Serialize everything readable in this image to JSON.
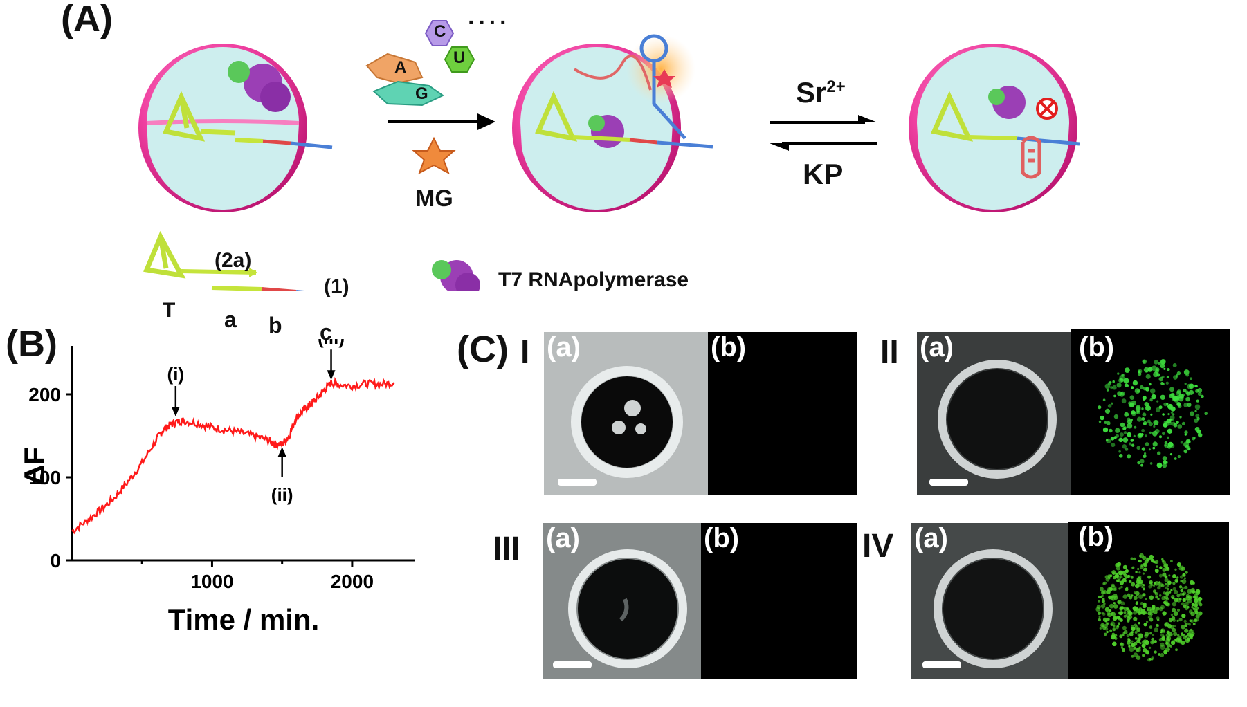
{
  "panels": {
    "A": {
      "label": "(A)",
      "nucleotides": [
        "A",
        "C",
        "U",
        "G"
      ],
      "ellipsis": "····",
      "dye_label": "MG",
      "forward_reagent": "Sr",
      "forward_reagent_sup": "2+",
      "reverse_reagent": "KP",
      "legend_polymerase": "T7 RNApolymerase",
      "construct_labels": {
        "tetrahedron": "T",
        "strand_2a": "(2a)",
        "strand_1": "(1)",
        "seg_a": "a",
        "seg_b": "b",
        "seg_c": "c"
      },
      "colors": {
        "vesicle_shell": "#ef3fa0",
        "vesicle_inner": "#cdeeee",
        "strand_a": "#c5e43b",
        "strand_b": "#e04848",
        "strand_c": "#4a7fd6"
      }
    },
    "B": {
      "label": "(B)",
      "annotations": [
        "(i)",
        "(ii)",
        "(iii)"
      ]
    },
    "C": {
      "label": "(C)",
      "groups": [
        {
          "id": "I",
          "a": "(a)",
          "b": "(b)"
        },
        {
          "id": "II",
          "a": "(a)",
          "b": "(b)"
        },
        {
          "id": "III",
          "a": "(a)",
          "b": "(b)"
        },
        {
          "id": "IV",
          "a": "(a)",
          "b": "(b)"
        }
      ]
    }
  },
  "chart_data": {
    "type": "line",
    "title": "",
    "xlabel": "Time / min.",
    "ylabel": "ΔF",
    "xlim": [
      0,
      2450
    ],
    "ylim": [
      0,
      250
    ],
    "xticks": [
      1000,
      2000
    ],
    "xtick_labels": [
      "1000",
      "2000"
    ],
    "yticks": [
      0,
      100,
      200
    ],
    "ytick_labels": [
      "0",
      "100",
      "200"
    ],
    "grid": false,
    "color": "#ff1a1a",
    "x": [
      0,
      100,
      200,
      300,
      400,
      500,
      600,
      650,
      700,
      750,
      800,
      900,
      1000,
      1100,
      1200,
      1300,
      1400,
      1450,
      1500,
      1550,
      1600,
      1650,
      1700,
      1750,
      1800,
      1850,
      1900,
      2000,
      2100,
      2200,
      2300
    ],
    "y": [
      35,
      47,
      60,
      75,
      95,
      117,
      145,
      157,
      163,
      167,
      168,
      165,
      160,
      157,
      154,
      150,
      145,
      140,
      140,
      150,
      172,
      180,
      188,
      195,
      205,
      214,
      212,
      210,
      213,
      212,
      214
    ]
  }
}
